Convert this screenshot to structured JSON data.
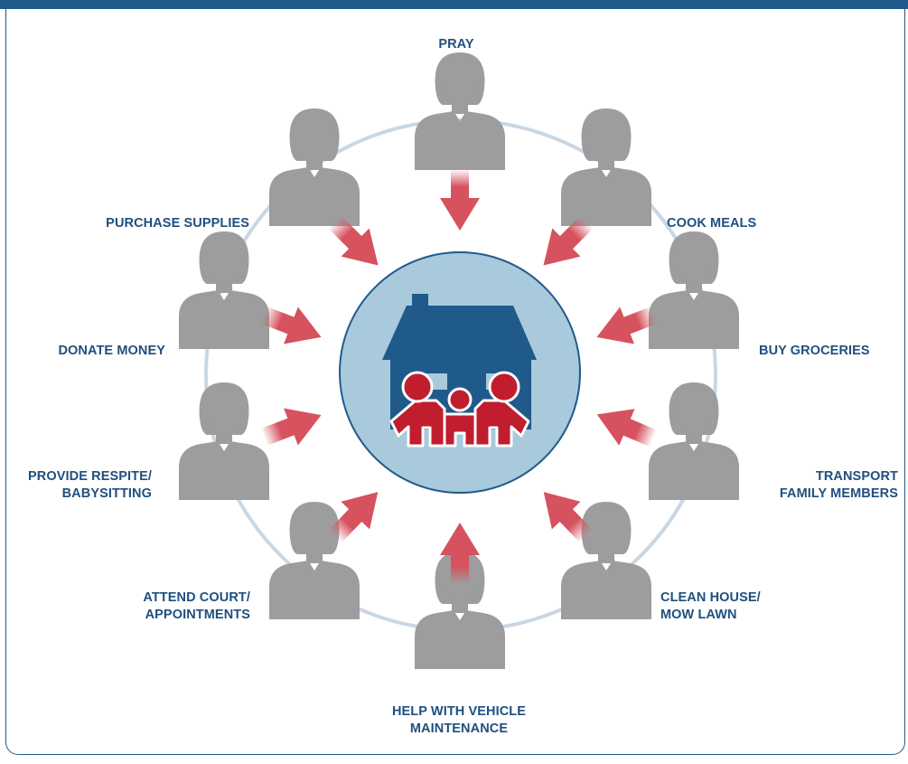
{
  "colors": {
    "header_bar": "#1f5a8a",
    "label_text": "#1f4f7f",
    "ring": "#c9d7e4",
    "person": "#9d9d9d",
    "center_circle": "#a9c9dc",
    "house": "#1f5a8a",
    "family": "#c01d2f",
    "arrow": "#d6525e"
  },
  "icons": {
    "person": "person-silhouette-icon",
    "house": "house-icon",
    "family": "family-icon",
    "arrow": "arrow-icon"
  },
  "labels": {
    "pray": [
      "PRAY"
    ],
    "cook_meals": [
      "COOK MEALS"
    ],
    "buy_groceries": [
      "BUY GROCERIES"
    ],
    "transport": [
      "TRANSPORT",
      "FAMILY MEMBERS"
    ],
    "clean_house": [
      "CLEAN HOUSE/",
      "MOW LAWN"
    ],
    "vehicle": [
      "HELP WITH VEHICLE",
      "MAINTENANCE"
    ],
    "attend_court": [
      "ATTEND COURT/",
      "APPOINTMENTS"
    ],
    "respite": [
      "PROVIDE RESPITE/",
      "BABYSITTING"
    ],
    "donate": [
      "DONATE MONEY"
    ],
    "supplies": [
      "PURCHASE SUPPLIES"
    ]
  }
}
